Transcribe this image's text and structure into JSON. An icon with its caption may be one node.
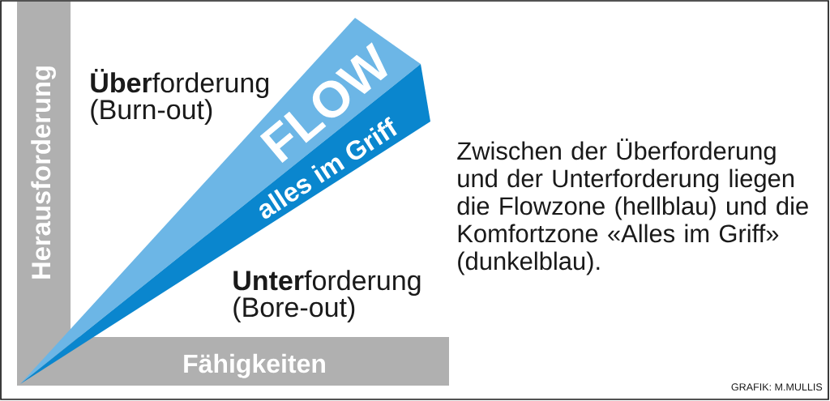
{
  "diagram": {
    "nodes": [
      {
        "text": [
          "Herausforderung"
        ]
      },
      {
        "text": [
          "FLOW"
        ]
      },
      {
        "text": [
          "alles im Griff"
        ]
      },
      {
        "text": [
          "Fähigkeiten"
        ]
      }
    ],
    "labels": [
      "**Über**forderung",
      "(Burn-out)",
      "**Unter**forderung",
      "(Bore-out)",
      "Zwischen der Überforderung und der Unterforderung liegen die Flowzone (hellblau) und die Komfortzone «Alles im Griff» (dunkelblau).",
      "GRAFIK: M.MULLIS"
    ]
  }
}
